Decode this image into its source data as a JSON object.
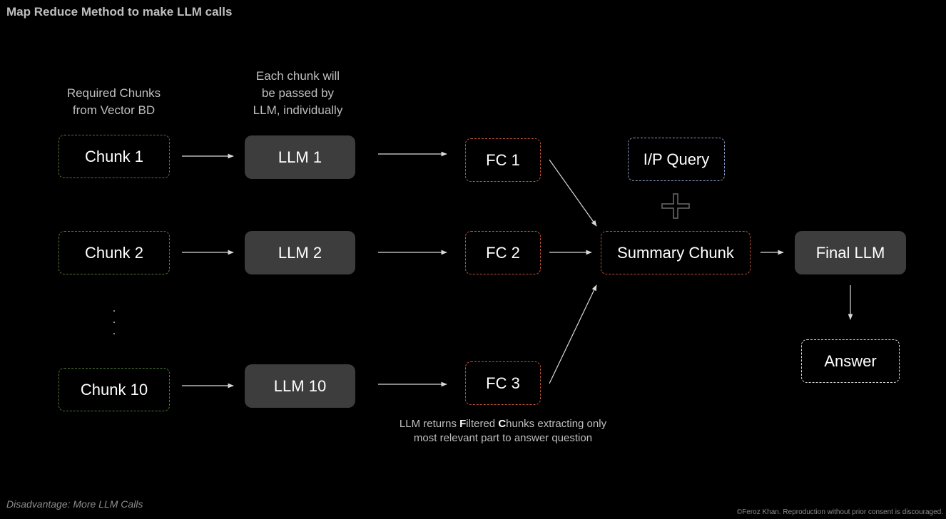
{
  "title": "Map Reduce Method to make LLM calls",
  "captions": {
    "chunks": [
      "Required Chunks",
      "from Vector BD"
    ],
    "llm": [
      "Each chunk will",
      "be passed by",
      "LLM, individually"
    ]
  },
  "chunks": [
    "Chunk 1",
    "Chunk 2",
    "Chunk 10"
  ],
  "llms": [
    "LLM 1",
    "LLM 2",
    "LLM 10"
  ],
  "filtered": [
    "FC 1",
    "FC 2",
    "FC 3"
  ],
  "query": "I/P Query",
  "summary": "Summary Chunk",
  "final_llm": "Final LLM",
  "answer": "Answer",
  "ellipsis": ".",
  "note": {
    "p1": "LLM returns ",
    "b1": "F",
    "p2": "iltered ",
    "b2": "C",
    "p3": "hunks extracting only",
    "line2": "most relevant part to answer question"
  },
  "disadvantage": "Disadvantage: More LLM Calls",
  "copyright": "©Feroz Khan. Reproduction without prior consent is discouraged.",
  "colors": {
    "chunk_border": "#4f7a3a",
    "llm_fill": "#3d3d3d",
    "fc_border": "#c0553b",
    "query_border": "#8a9bc6",
    "answer_border": "#d9d9d9",
    "arrow": "#d9d9d9"
  }
}
